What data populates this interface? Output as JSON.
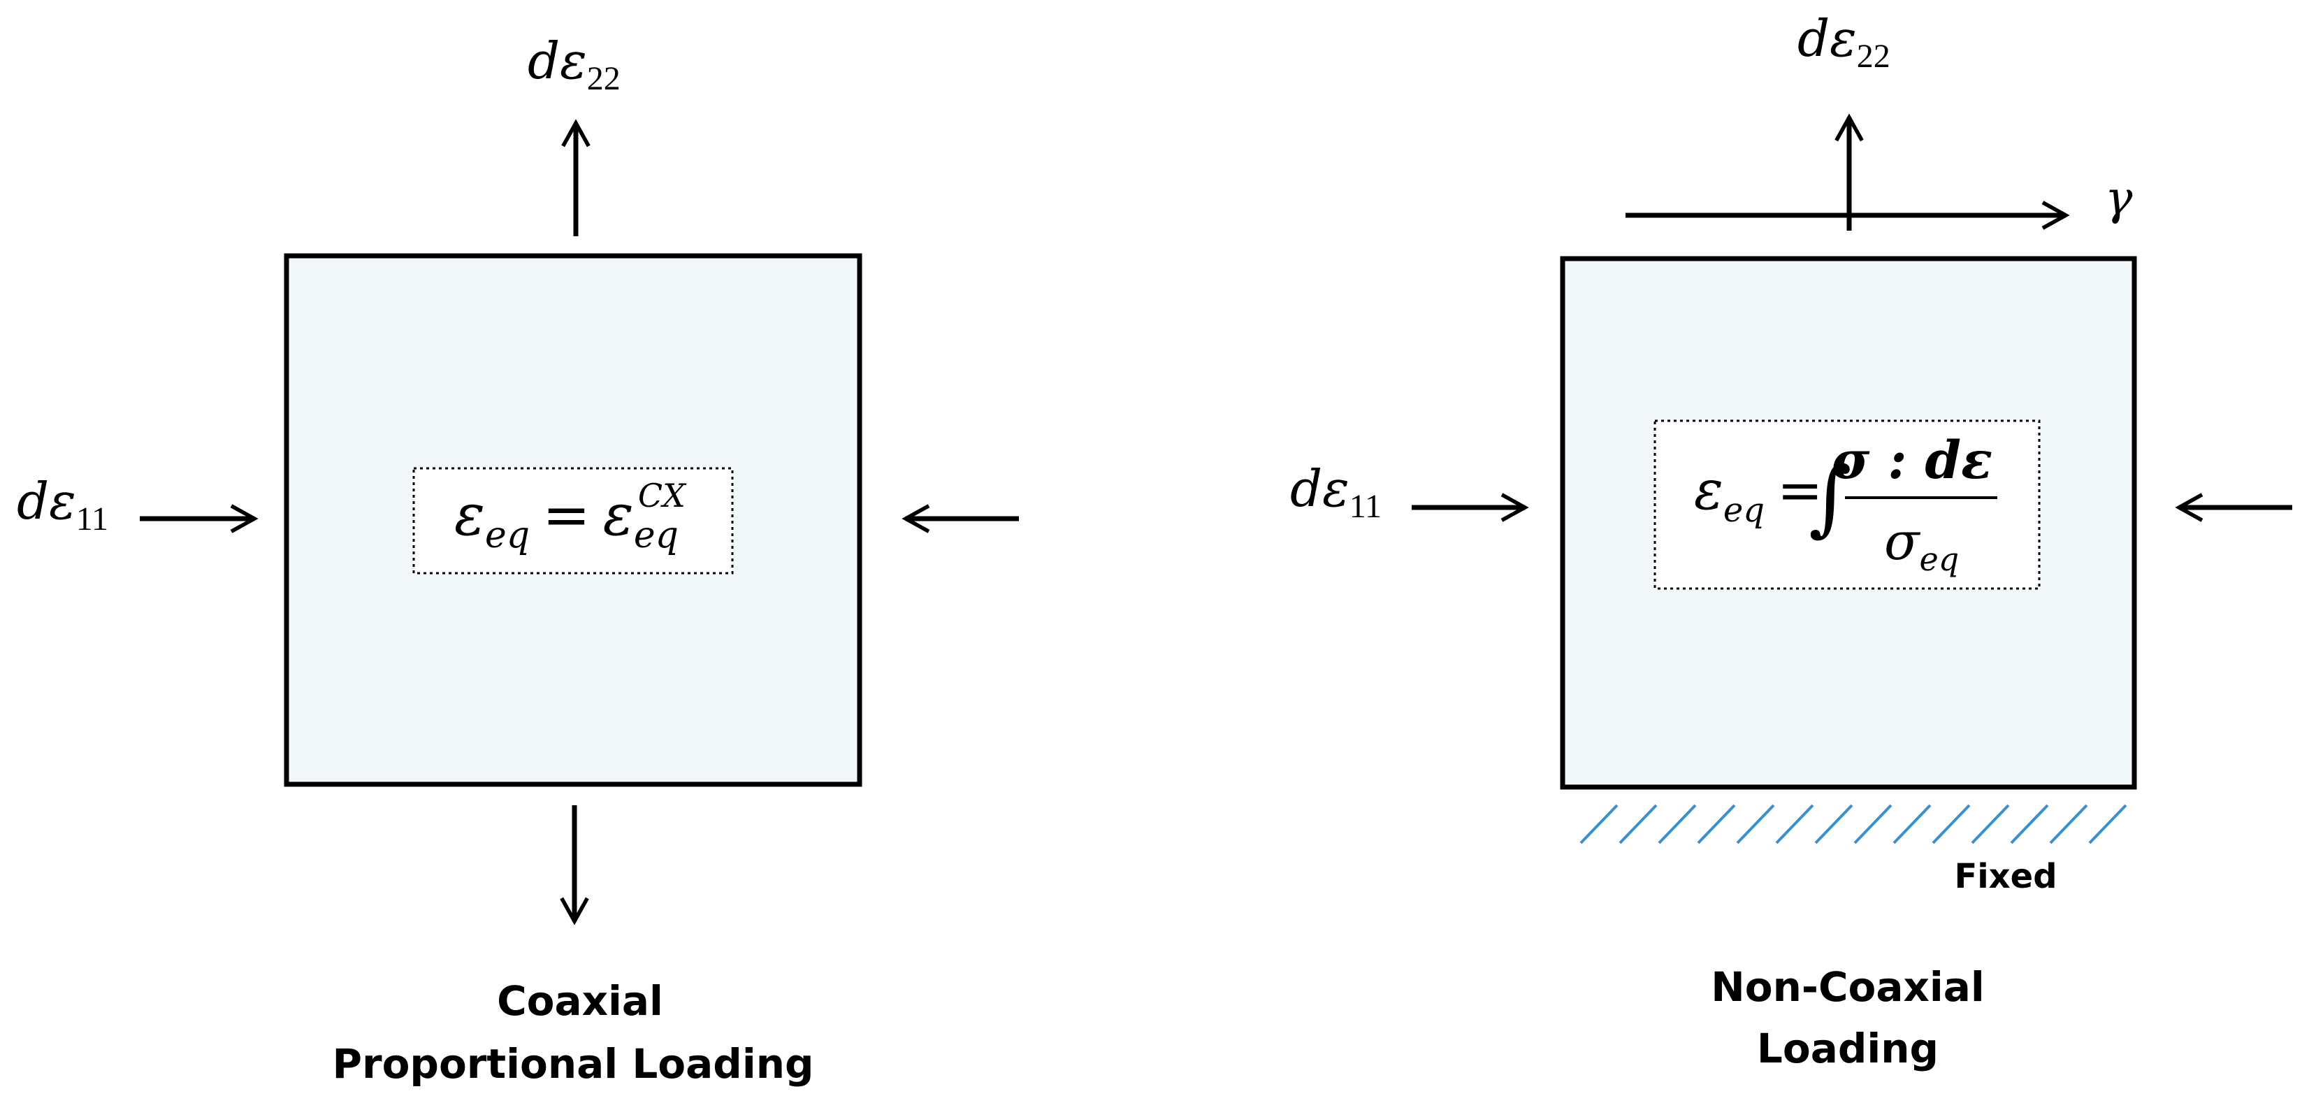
{
  "colors": {
    "box_fill": "#f2f7f9",
    "stroke": "#000000",
    "hatch": "#3a8fd0"
  },
  "left": {
    "label_top": {
      "d": "d",
      "eps": "ε",
      "sub": "22"
    },
    "label_left": {
      "d": "d",
      "eps": "ε",
      "sub": "11"
    },
    "formula": {
      "lhs": "ε",
      "lhs_sub": "eq",
      "eq": "=",
      "rhs": "ε",
      "rhs_sub": "eq",
      "rhs_sup": "CX"
    },
    "caption": [
      "Coaxial",
      "Proportional Loading"
    ]
  },
  "right": {
    "label_top": {
      "d": "d",
      "eps": "ε",
      "sub": "22"
    },
    "label_left": {
      "d": "d",
      "eps": "ε",
      "sub": "11"
    },
    "label_shear": "γ",
    "formula": {
      "lhs": "ε",
      "lhs_sub": "eq",
      "eq": "=",
      "integral": "∫",
      "num": "σ : dε",
      "den": "σ",
      "den_sub": "eq"
    },
    "support_label": "Fixed",
    "caption": [
      "Non-Coaxial",
      "Loading"
    ]
  }
}
